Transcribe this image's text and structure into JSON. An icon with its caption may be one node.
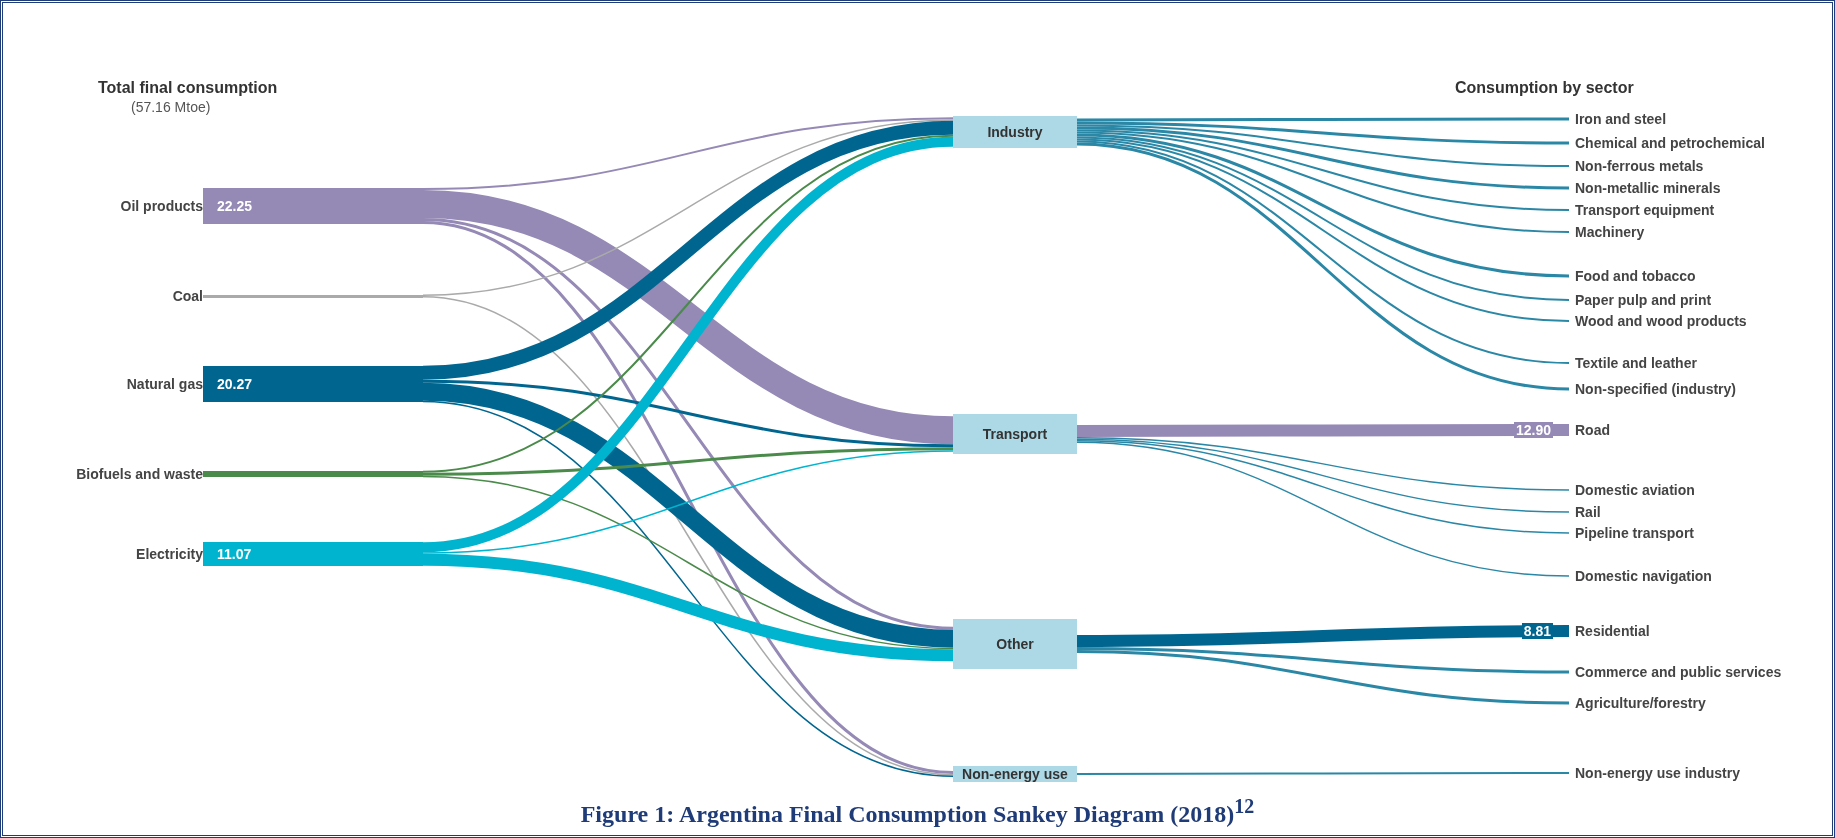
{
  "diagram": {
    "caption": "Figure 1: Argentina Final Consumption Sankey Diagram (2018)$^{12}$",
    "nodes": [
      {
        "text": [
          "Oil products",
          "22.25"
        ]
      },
      {
        "text": [
          "Coal"
        ]
      },
      {
        "text": [
          "Natural gas",
          "20.27"
        ]
      },
      {
        "text": [
          "Biofuels and waste"
        ]
      },
      {
        "text": [
          "Electricity",
          "11.07"
        ]
      },
      {
        "text": [
          "Industry"
        ]
      },
      {
        "text": [
          "Transport"
        ]
      },
      {
        "text": [
          "Other"
        ]
      },
      {
        "text": [
          "Non-energy use"
        ]
      },
      {
        "text": [
          "Iron and steel"
        ]
      },
      {
        "text": [
          "Chemical and petrochemical"
        ]
      },
      {
        "text": [
          "Non-ferrous metals"
        ]
      },
      {
        "text": [
          "Non-metallic minerals"
        ]
      },
      {
        "text": [
          "Transport equipment"
        ]
      },
      {
        "text": [
          "Machinery"
        ]
      },
      {
        "text": [
          "Food and tobacco"
        ]
      },
      {
        "text": [
          "Paper pulp and print"
        ]
      },
      {
        "text": [
          "Wood and wood products"
        ]
      },
      {
        "text": [
          "Textile and leather"
        ]
      },
      {
        "text": [
          "Non-specified (industry)"
        ]
      },
      {
        "text": [
          "Road"
        ]
      },
      {
        "text": [
          "Domestic aviation"
        ]
      },
      {
        "text": [
          "Rail"
        ]
      },
      {
        "text": [
          "Pipeline transport"
        ]
      },
      {
        "text": [
          "Domestic navigation"
        ]
      },
      {
        "text": [
          "Residential"
        ]
      },
      {
        "text": [
          "Commerce and public services"
        ]
      },
      {
        "text": [
          "Agriculture/forestry"
        ]
      },
      {
        "text": [
          "Non-energy use industry"
        ]
      }
    ],
    "edges": [
      {
        "from": 0,
        "to": 5,
        "arrow": "none",
        "color": "#9589b5"
      },
      {
        "from": 0,
        "to": 6,
        "arrow": "none",
        "style": "thick",
        "color": "#9589b5"
      },
      {
        "from": 0,
        "to": 7,
        "arrow": "none",
        "color": "#9589b5"
      },
      {
        "from": 0,
        "to": 8,
        "arrow": "none",
        "color": "#9589b5"
      },
      {
        "from": 1,
        "to": 5,
        "arrow": "none",
        "color": "#aaaaaa"
      },
      {
        "from": 1,
        "to": 8,
        "arrow": "none",
        "color": "#aaaaaa"
      },
      {
        "from": 2,
        "to": 5,
        "arrow": "none",
        "style": "thick",
        "color": "#00668f"
      },
      {
        "from": 2,
        "to": 6,
        "arrow": "none",
        "color": "#00668f"
      },
      {
        "from": 2,
        "to": 7,
        "arrow": "none",
        "style": "thick",
        "color": "#00668f"
      },
      {
        "from": 2,
        "to": 8,
        "arrow": "none",
        "color": "#00668f"
      },
      {
        "from": 3,
        "to": 5,
        "arrow": "none",
        "color": "#4a8a4a"
      },
      {
        "from": 3,
        "to": 6,
        "arrow": "none",
        "color": "#4a8a4a"
      },
      {
        "from": 3,
        "to": 7,
        "arrow": "none",
        "color": "#4a8a4a"
      },
      {
        "from": 4,
        "to": 5,
        "arrow": "none",
        "style": "thick",
        "color": "#00b4cf"
      },
      {
        "from": 4,
        "to": 6,
        "arrow": "none",
        "color": "#00b4cf"
      },
      {
        "from": 4,
        "to": 7,
        "arrow": "none",
        "style": "thick",
        "color": "#00b4cf"
      },
      {
        "from": 5,
        "to": 9,
        "arrow": "none"
      },
      {
        "from": 5,
        "to": 10,
        "arrow": "none"
      },
      {
        "from": 5,
        "to": 11,
        "arrow": "none"
      },
      {
        "from": 5,
        "to": 12,
        "arrow": "none"
      },
      {
        "from": 5,
        "to": 13,
        "arrow": "none"
      },
      {
        "from": 5,
        "to": 14,
        "arrow": "none"
      },
      {
        "from": 5,
        "to": 15,
        "arrow": "none"
      },
      {
        "from": 5,
        "to": 16,
        "arrow": "none"
      },
      {
        "from": 5,
        "to": 17,
        "arrow": "none"
      },
      {
        "from": 5,
        "to": 18,
        "arrow": "none"
      },
      {
        "from": 5,
        "to": 19,
        "arrow": "none"
      },
      {
        "from": 6,
        "to": 20,
        "arrow": "none",
        "label": "12.90",
        "style": "thick",
        "color": "#9589b5"
      },
      {
        "from": 6,
        "to": 21,
        "arrow": "none"
      },
      {
        "from": 6,
        "to": 22,
        "arrow": "none"
      },
      {
        "from": 6,
        "to": 23,
        "arrow": "none"
      },
      {
        "from": 6,
        "to": 24,
        "arrow": "none"
      },
      {
        "from": 7,
        "to": 25,
        "arrow": "none",
        "label": "8.81",
        "style": "thick",
        "color": "#00668f"
      },
      {
        "from": 7,
        "to": 26,
        "arrow": "none"
      },
      {
        "from": 7,
        "to": 27,
        "arrow": "none"
      },
      {
        "from": 8,
        "to": 28,
        "arrow": "none"
      }
    ],
    "labels": [
      "Total final consumption",
      "(57.16 Mtoe)",
      "Consumption by sector"
    ]
  }
}
